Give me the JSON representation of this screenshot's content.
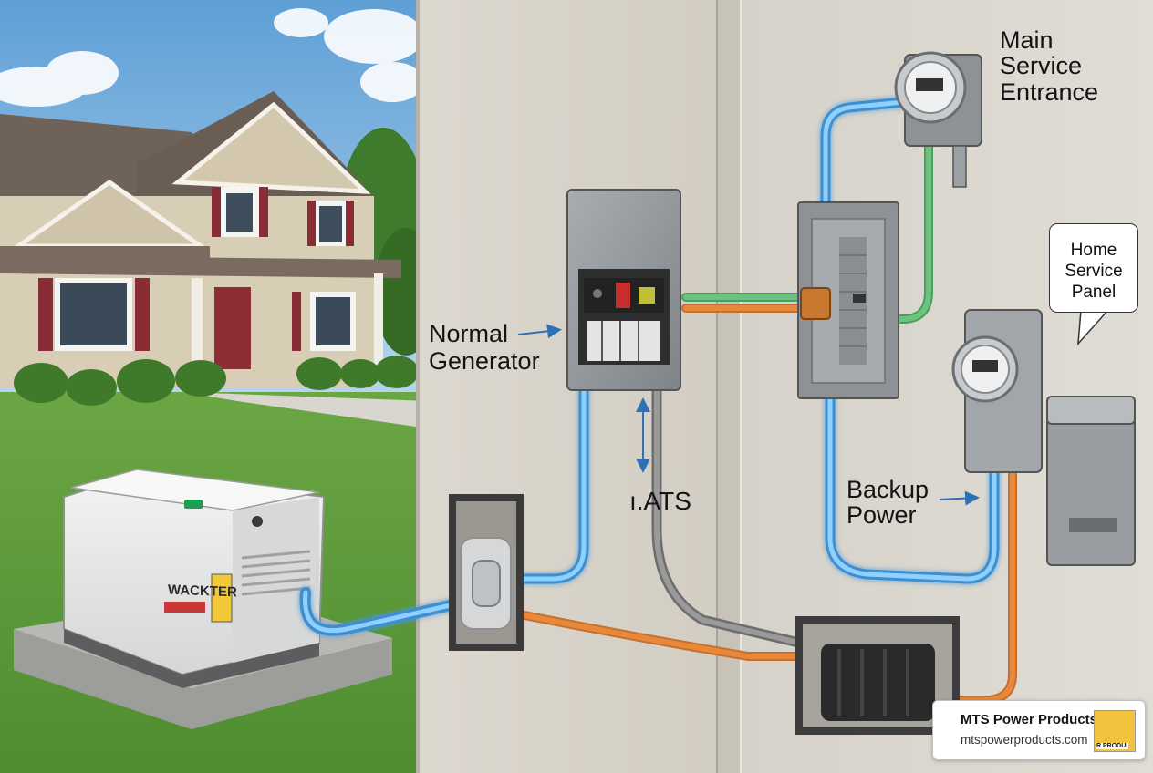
{
  "labels": {
    "main_service_entrance": "Main\nService\nEntrance",
    "home_service_panel": "Home\nService\nPanel",
    "normal": "Normal",
    "generator": "Generator",
    "ats": "ı.ATS",
    "backup_power": "Backup\nPower"
  },
  "generator_brand": "WACKTER",
  "badge": {
    "name": "MTS Power Products",
    "url": "mtspowerproducts.com",
    "logo_text": "R PRODUI"
  },
  "colors": {
    "cable_blue": "#5aaee6",
    "cable_orange": "#e8883a",
    "cable_green": "#6ec27f",
    "cable_gray": "#8a8a8a",
    "wall": "#d9d5cd",
    "sky": "#7fb2dd",
    "grass": "#5f9c3a"
  }
}
